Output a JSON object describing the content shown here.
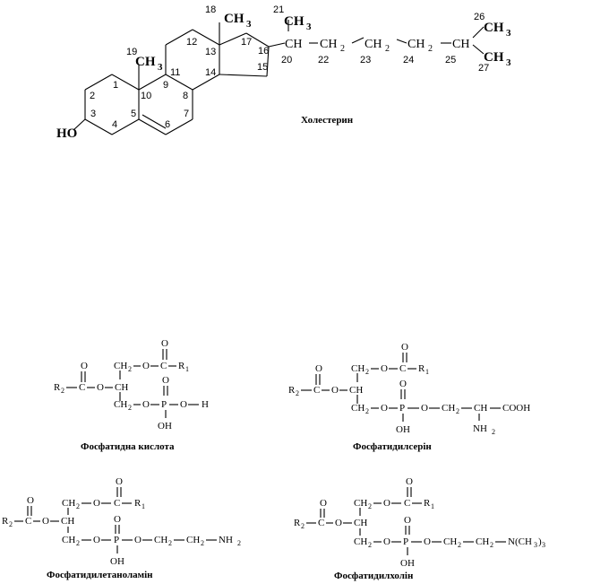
{
  "cholesterol": {
    "title": "Холестерин",
    "ho": "HO",
    "ring_numbers": {
      "n1": "1",
      "n2": "2",
      "n3": "3",
      "n4": "4",
      "n5": "5",
      "n6": "6",
      "n7": "7",
      "n8": "8",
      "n9": "9",
      "n10": "10",
      "n11": "11",
      "n12": "12",
      "n13": "13",
      "n14": "14",
      "n15": "15",
      "n16": "16",
      "n17": "17",
      "n18": "18",
      "n19": "19",
      "n20": "20",
      "n21": "21",
      "n22": "22",
      "n23": "23",
      "n24": "24",
      "n25": "25",
      "n26": "26",
      "n27": "27"
    },
    "ch3": "CH",
    "sub3": "3",
    "sub2": "2",
    "ch": "CH",
    "ch2": "CH"
  },
  "phosphatidic_acid": {
    "title": "Фосфатидна кислота"
  },
  "phosphatidylserine": {
    "title": "Фосфатидилсерін"
  },
  "phosphatidylethanolamine": {
    "title": "Фосфатидилетаноламін"
  },
  "phosphatidylcholine": {
    "title": "Фосфатидилхолін"
  },
  "labels": {
    "R": "R",
    "one": "1",
    "two": "2",
    "O": "O",
    "C": "C",
    "CH2": "CH",
    "CH": "CH",
    "P": "P",
    "OH": "OH",
    "H": "H",
    "NH2": "NH",
    "COOH": "COOH",
    "N": "N(CH",
    "three_close": ")",
    "three": "3"
  }
}
